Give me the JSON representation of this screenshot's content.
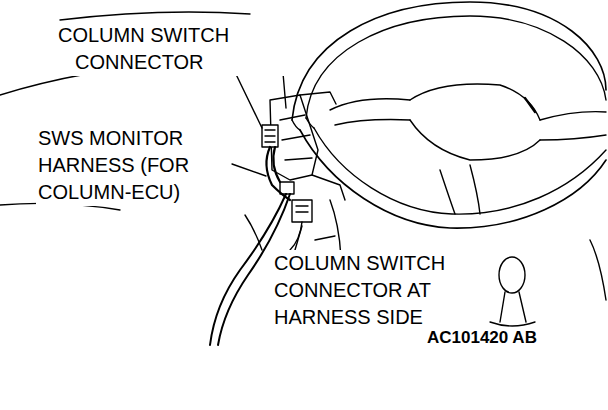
{
  "diagram": {
    "labels": [
      "COLUMN SWITCH CONNECTOR",
      "SWS MONITOR HARNESS (FOR COLUMN-ECU)",
      "COLUMN SWITCH CONNECTOR AT HARNESS SIDE",
      "AC101420 AB"
    ]
  }
}
